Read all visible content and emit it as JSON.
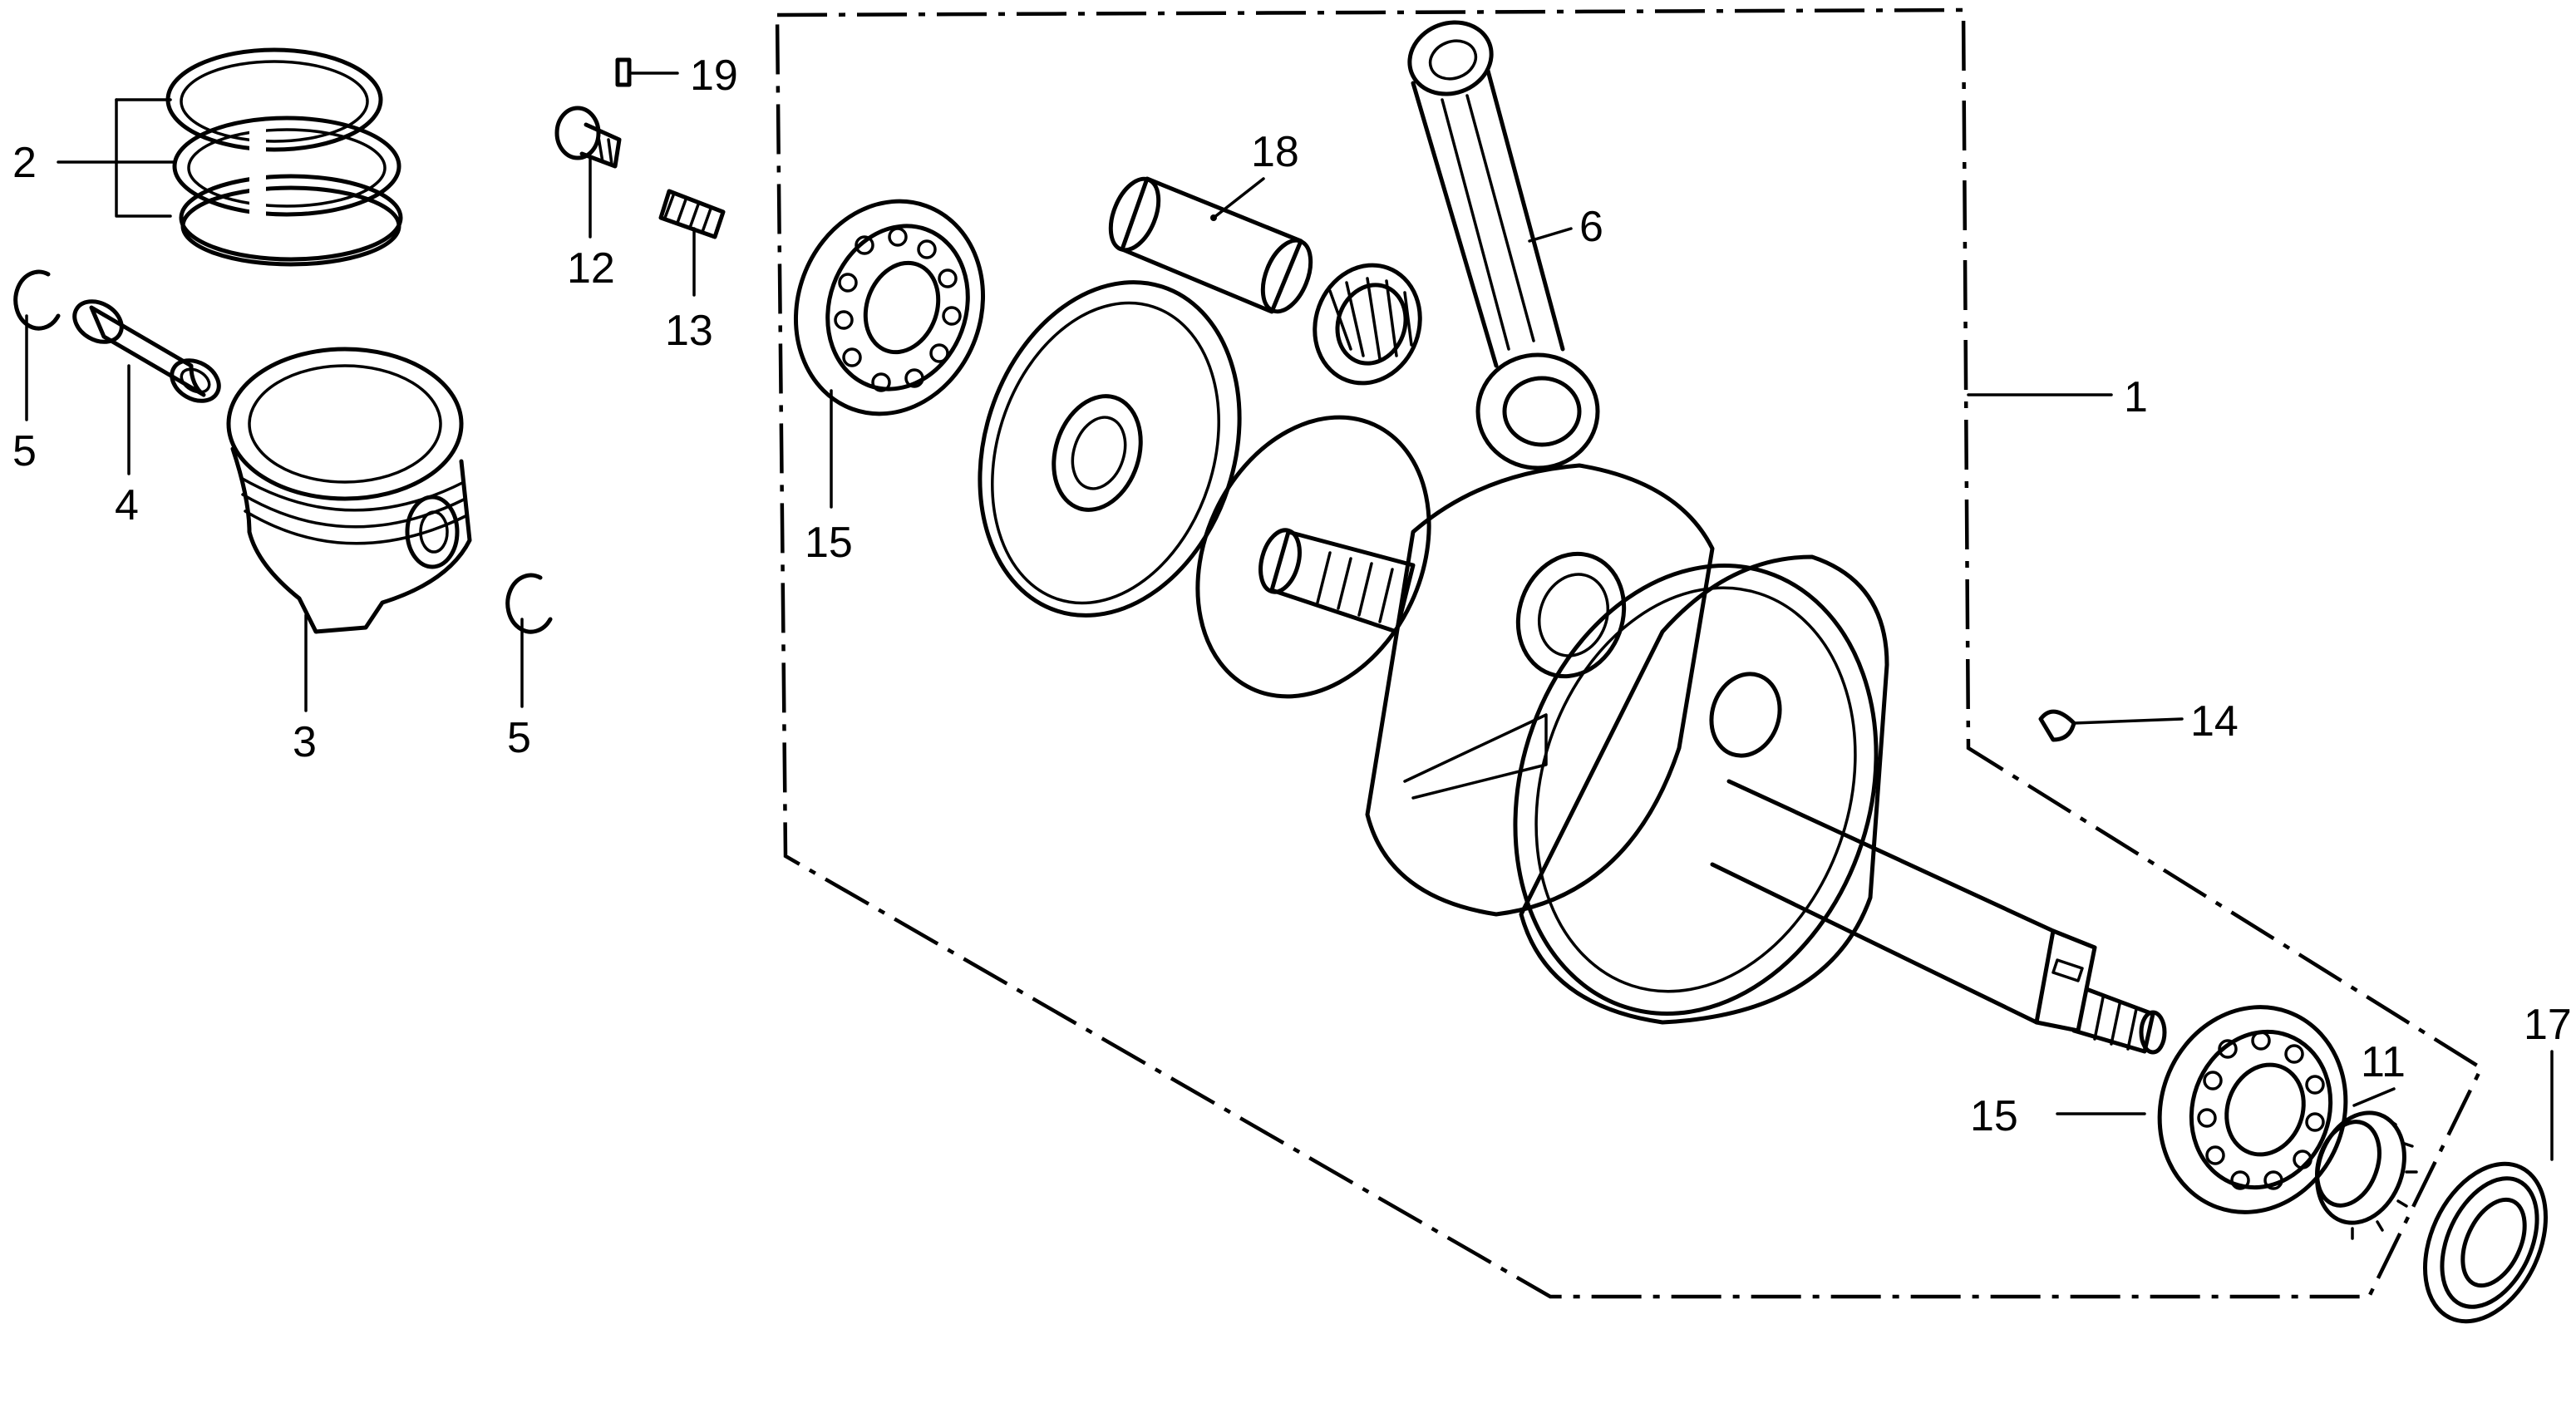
{
  "labels": {
    "p1": "1",
    "p2": "2",
    "p3": "3",
    "p4": "4",
    "p5a": "5",
    "p5b": "5",
    "p6": "6",
    "p11": "11",
    "p12": "12",
    "p13": "13",
    "p14": "14",
    "p15a": "15",
    "p15b": "15",
    "p17": "17",
    "p18": "18",
    "p19": "19"
  },
  "colors": {
    "ink": "#000000",
    "paper": "#ffffff"
  }
}
